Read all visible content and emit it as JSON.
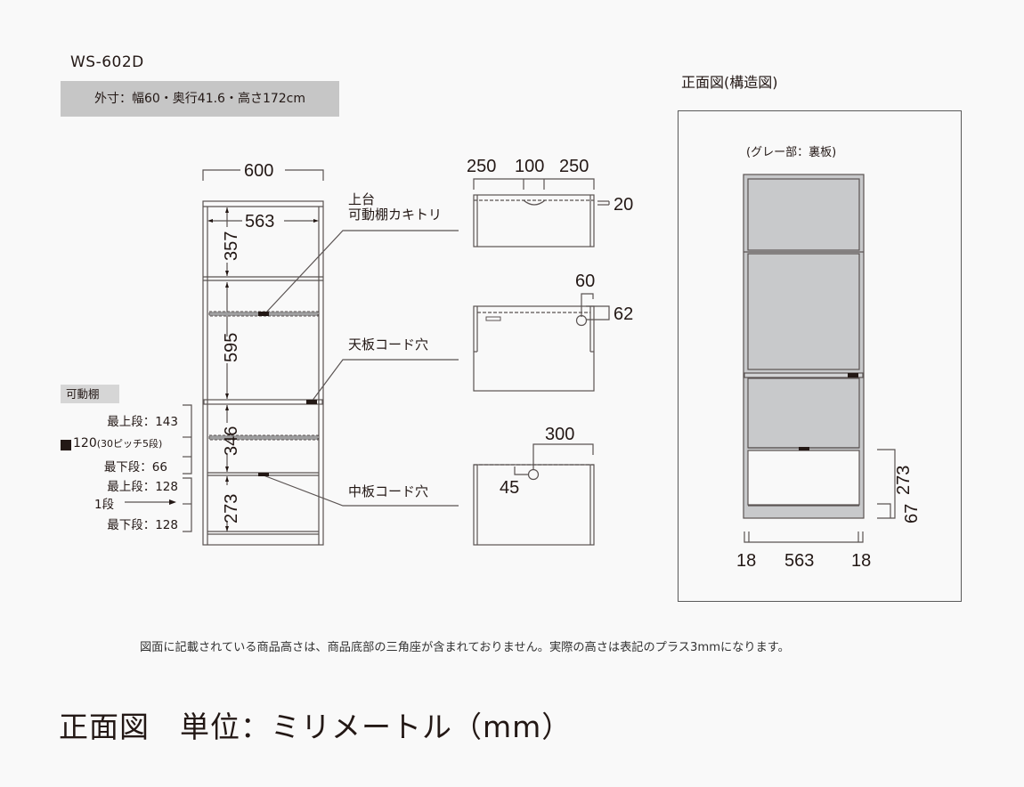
{
  "header": {
    "model": "WS-602D",
    "outer_dimensions": "外寸：幅60・奥行41.6・高さ172cm"
  },
  "front_view": {
    "dims": {
      "width_outer": "600",
      "width_inner": "563",
      "h_top": "357",
      "h_upper": "595",
      "h_middle": "346",
      "h_lower": "273"
    },
    "callouts": {
      "top_shelf_notch": [
        "上台",
        "可動棚カキトリ"
      ],
      "top_board_cord_hole": "天板コード穴",
      "middle_board_cord_hole": "中板コード穴"
    },
    "adjustable_shelf": {
      "tag": "可動棚",
      "upper": {
        "top_label": "最上段：143",
        "pitch_label": "■120",
        "pitch_note": "(30ピッチ5段)",
        "bottom_label": "最下段：66"
      },
      "lower": {
        "top_label": "最上段：128",
        "steps_label": "1段",
        "bottom_label": "最下段：128"
      }
    }
  },
  "details": {
    "top_notch": {
      "seg_left": "250",
      "seg_mid": "100",
      "seg_right": "250",
      "depth": "20"
    },
    "top_board": {
      "hole_x": "60",
      "hole_y": "62"
    },
    "middle_board": {
      "hole_x": "300",
      "hole_y": "45"
    }
  },
  "structure_view": {
    "title": "正面図(構造図)",
    "note": "(グレー部：裏板)",
    "dims": {
      "side_left": "18",
      "inner": "563",
      "side_right": "18",
      "h_lower": "273",
      "h_base": "67"
    }
  },
  "footnote": "図面に記載されている商品高さは、商品底部の三角座が含まれておりません。実際の高さは表記のプラス3mmになります。",
  "footer": "正面図　単位：ミリメートル（mm）",
  "colors": {
    "background": "#f9f9f9",
    "gray_panel": "#c8c9cb",
    "line": "#5a5352",
    "ink": "#231815"
  }
}
